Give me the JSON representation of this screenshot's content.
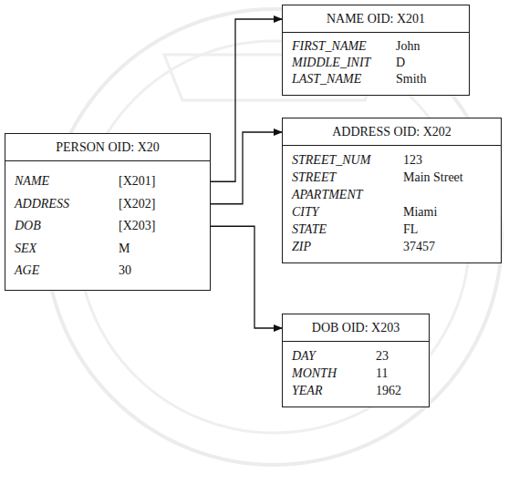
{
  "diagram": {
    "nodes": [
      {
        "text": [
          "PERSON OID: X20",
          "NAME",
          "[X201]",
          "ADDRESS",
          "[X202]",
          "DOB",
          "[X203]",
          "SEX",
          "M",
          "AGE",
          "30"
        ]
      },
      {
        "text": [
          "NAME OID: X201",
          "FIRST_NAME",
          "John",
          "MIDDLE_INIT",
          "D",
          "LAST_NAME",
          "Smith"
        ]
      },
      {
        "text": [
          "ADDRESS OID: X202",
          "STREET_NUM",
          "123",
          "STREET",
          "Main Street",
          "APARTMENT",
          "CITY",
          "Miami",
          "STATE",
          "FL",
          "ZIP",
          "37457"
        ]
      },
      {
        "text": [
          "DOB OID: X203",
          "DAY",
          "23",
          "MONTH",
          "11",
          "YEAR",
          "1962"
        ]
      }
    ],
    "edges": [
      {
        "from": 0,
        "to": 1,
        "arrow": "to"
      },
      {
        "from": 0,
        "to": 2,
        "arrow": "to"
      },
      {
        "from": 0,
        "to": 3,
        "arrow": "to"
      }
    ]
  }
}
